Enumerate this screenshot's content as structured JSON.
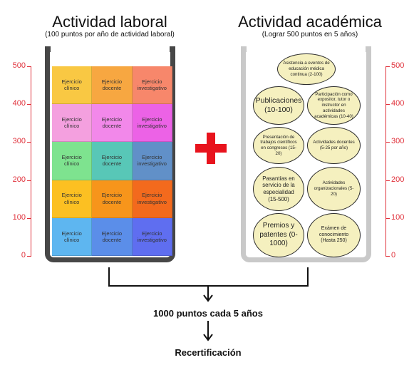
{
  "left_panel": {
    "title": "Actividad laboral",
    "subtitle": "(100 puntos por año de actividad laboral)",
    "rows": [
      {
        "colors": [
          "#f9c843",
          "#f7a741",
          "#f7876b"
        ],
        "labels": [
          "Ejercicio\nclínico",
          "Ejercicio\ndocente",
          "Ejercicio\ninvestigativo"
        ]
      },
      {
        "colors": [
          "#f4a0df",
          "#f288ea",
          "#ec62e6"
        ],
        "labels": [
          "Ejercicio\nclínico",
          "Ejercicio\ndocente",
          "Ejercicio\ninvestigativo"
        ]
      },
      {
        "colors": [
          "#7ee38f",
          "#58c7b7",
          "#6190c8"
        ],
        "labels": [
          "Ejercicio\nclínico",
          "Ejercicio\ndocente",
          "Ejercicio\ninvestigativo"
        ]
      },
      {
        "colors": [
          "#fcc022",
          "#f7951b",
          "#f36a1d"
        ],
        "labels": [
          "Ejercicio\nclínico",
          "Ejercicio\ndocente",
          "Ejercicio\ninvestigativo"
        ]
      },
      {
        "colors": [
          "#5eb6f0",
          "#5b8ee9",
          "#5f6ef0"
        ],
        "labels": [
          "Ejercicio\nclínico",
          "Ejercicio\ndocente",
          "Ejercicio\ninvestigativo"
        ]
      }
    ]
  },
  "right_panel": {
    "title": "Actividad académica",
    "subtitle": "(Lograr 500 puntos en 5 años)",
    "items": [
      {
        "text": "Asistencia a eventos de educación médica continua (2-100)"
      },
      {
        "text": "Publicaciones (10-100)"
      },
      {
        "text": "Participación como expositor, tutor o instructor en actividades académicas (10-40)"
      },
      {
        "text": "Presentación de trabajos científicos en congresos (15-20)"
      },
      {
        "text": "Actividades docentes (5-25 por año)"
      },
      {
        "text": "Pasantías en servicio de la especialidad (15-500)"
      },
      {
        "text": "Actividades organizacionales (5-20)"
      },
      {
        "text": "Premios y patentes (0-1000)"
      },
      {
        "text": "Exámen de conocimiento (Hasta 250)"
      }
    ]
  },
  "scale": {
    "ticks": [
      "500",
      "400",
      "300",
      "200",
      "100",
      "0"
    ],
    "color": "#e0303a"
  },
  "plus_color": "#e8131d",
  "result_text": "1000 puntos cada 5 años",
  "final_text": "Recertificación"
}
